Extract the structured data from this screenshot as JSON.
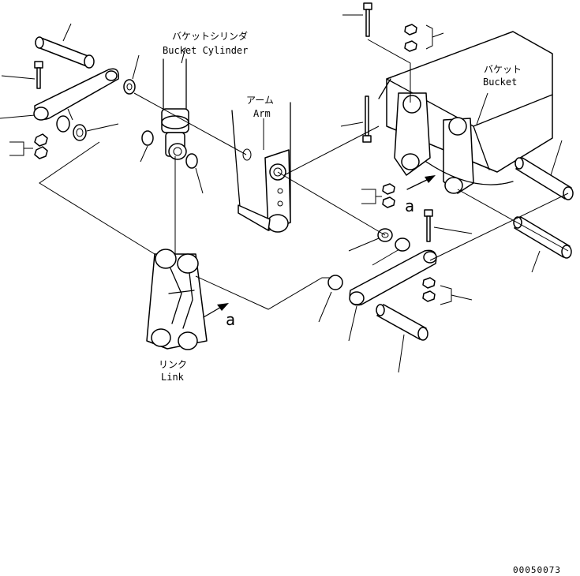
{
  "labels": {
    "bucket_cylinder_jp": "バケットシリンダ",
    "bucket_cylinder_en": "Bucket Cylinder",
    "arm_jp": "アーム",
    "arm_en": "Arm",
    "bucket_jp": "バケット",
    "bucket_en": "Bucket",
    "link_jp": "リンク",
    "link_en": "Link",
    "view_a_1": "a",
    "view_a_2": "a",
    "drawing_number": "00050073"
  }
}
